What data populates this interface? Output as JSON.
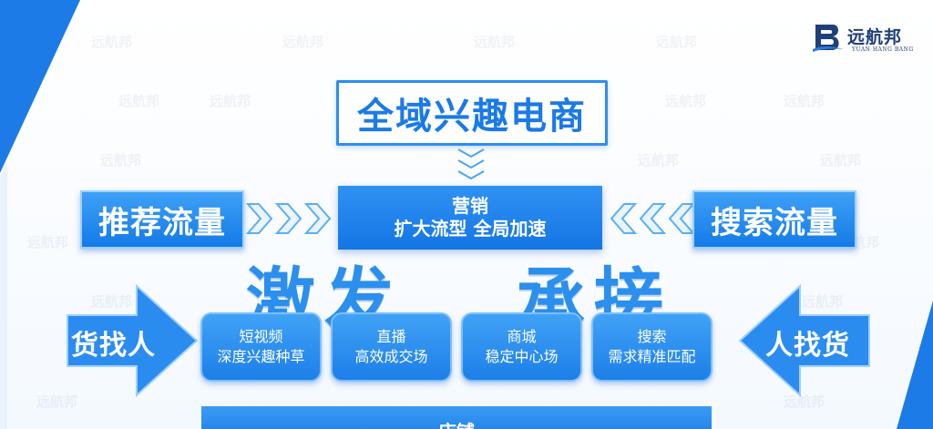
{
  "logo": {
    "name": "远航邦",
    "subtitle": "YUAN HANG BANG"
  },
  "watermark": "远航邦",
  "title": "全域兴趣电商",
  "traffic": {
    "left": "推荐流量",
    "right": "搜索流量"
  },
  "marketing": {
    "line1": "营销",
    "line2": "扩大流型 全局加速"
  },
  "big_words": {
    "left": "激发",
    "right": "承接"
  },
  "arrows": {
    "left": "货找人",
    "right": "人找货"
  },
  "channels": [
    {
      "line1": "短视频",
      "line2": "深度兴趣种草"
    },
    {
      "line1": "直播",
      "line2": "高效成交场"
    },
    {
      "line1": "商城",
      "line2": "稳定中心场"
    },
    {
      "line1": "搜索",
      "line2": "需求精准匹配"
    }
  ],
  "bottom": {
    "label": "店铺"
  },
  "colors": {
    "primary": "#1a7ae8",
    "accent_light": "#3ea0f6",
    "logo_navy": "#1f3f79"
  }
}
